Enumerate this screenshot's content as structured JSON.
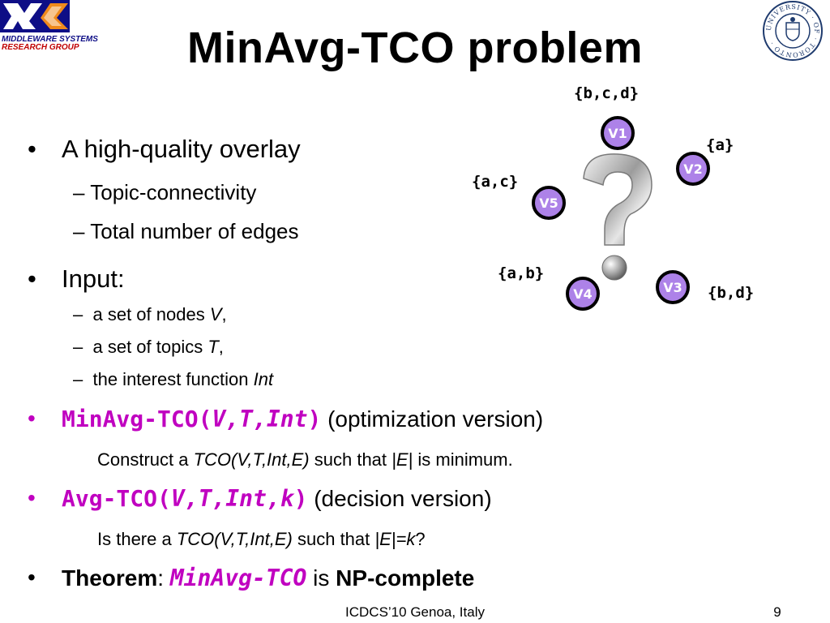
{
  "logo": {
    "line1": "MIDDLEWARE SYSTEMS",
    "line2": "RESEARCH GROUP",
    "seal_text": "UNIVERSITY OF TORONTO"
  },
  "title": "MinAvg-TCO problem",
  "bullets": {
    "b1": {
      "text": "A high-quality overlay",
      "subs": [
        "Topic-connectivity",
        "Total number of edges"
      ]
    },
    "b2": {
      "text": "Input:",
      "subs": [
        {
          "pre": "a set of nodes ",
          "var": "V",
          "post": ","
        },
        {
          "pre": "a set of topics ",
          "var": "T",
          "post": ","
        },
        {
          "pre": "the interest function ",
          "var": "Int",
          "post": ""
        }
      ]
    },
    "b3": {
      "fn": "MinAvg-TCO(",
      "args": "V,T,Int",
      "close": ")",
      "rest": " (optimization version)",
      "detail": {
        "pre": "Construct a ",
        "tco": "TCO(V,T,Int,E)",
        "mid": " such that ",
        "e": "|E|",
        "post": " is minimum."
      }
    },
    "b4": {
      "fn": "Avg-TCO(",
      "args": "V,T,Int,k",
      "close": ")",
      "rest": " (decision version)",
      "detail": {
        "pre": "Is there a ",
        "tco": "TCO(V,T,Int,E)",
        "mid": " such that ",
        "e": "|E|=k",
        "post": "?"
      }
    },
    "b5": {
      "theorem": "Theorem",
      "colon": ": ",
      "fn": "MinAvg-TCO",
      "is": " is ",
      "np": "NP-complete"
    }
  },
  "diagram": {
    "nodes": [
      {
        "id": "V1",
        "set": "{b,c,d}"
      },
      {
        "id": "V2",
        "set": "{a}"
      },
      {
        "id": "V3",
        "set": "{b,d}"
      },
      {
        "id": "V4",
        "set": "{a,b}"
      },
      {
        "id": "V5",
        "set": "{a,c}"
      }
    ],
    "node_color": "#ad82e8",
    "question_mark": "?"
  },
  "footer": {
    "venue": "ICDCS’10 Genoa, Italy",
    "page": "9"
  },
  "colors": {
    "accent": "#c000c0",
    "logo_blue": "#0e0e86",
    "logo_red": "#c00000"
  }
}
